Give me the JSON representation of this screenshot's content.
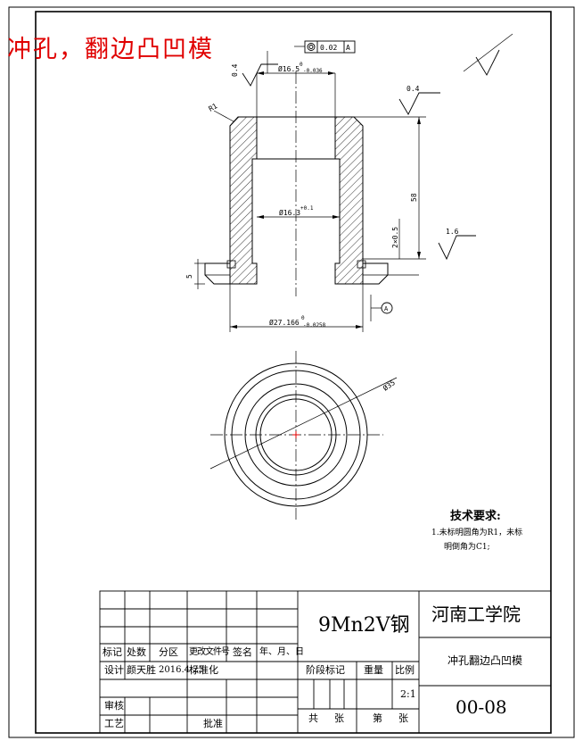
{
  "title": "冲孔，翻边凸凹模",
  "material": "9Mn2V钢",
  "school": "河南工学院",
  "part_name": "冲孔翻边凸凹模",
  "drawing_no": "00-08",
  "scale": "2:1",
  "tech_req": {
    "heading": "技术要求:",
    "line1": "1.未标明圆角为R1，未标",
    "line2": "明倒角为C1;"
  },
  "title_block": {
    "row_labels": [
      "标记",
      "处数",
      "分区",
      "更改文件号",
      "签名",
      "年、月、日"
    ],
    "design_label": "设计",
    "designer": "颜天胜",
    "date": "2016.4.25",
    "standardize": "标准化",
    "review": "审核",
    "process": "工艺",
    "approve": "批准",
    "stage_mark": "阶段标记",
    "weight": "重量",
    "ratio": "比例",
    "total": "共",
    "sheets": "张",
    "sheet_no": "第",
    "sheets2": "张"
  },
  "dimensions": {
    "tolerance_frame_value": "0.02",
    "tolerance_datum": "A",
    "roughness_left": "0.4",
    "roughness_top": "0.4",
    "roughness_right": "1.6",
    "outer_dia": "Ø16.5",
    "outer_dia_upper": "0",
    "outer_dia_lower": "-0.036",
    "radius": "R1",
    "inner_dia": "Ø16.3",
    "inner_dia_tol": "+0.1",
    "height": "58",
    "chamfer": "2×0.5",
    "flange_height": "5",
    "base_dia": "Ø27.166",
    "base_dia_upper": "0",
    "base_dia_lower": "-0.0258",
    "circle_dia": "Ø35",
    "datum_symbol": "A"
  }
}
